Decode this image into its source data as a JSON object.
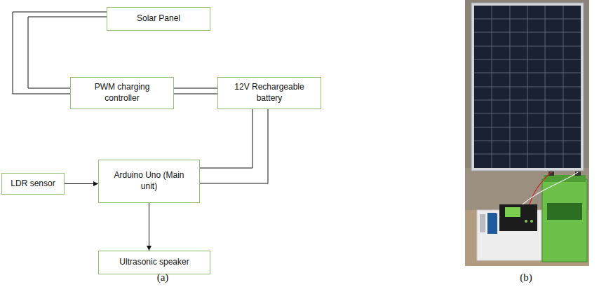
{
  "diagram": {
    "nodes": [
      {
        "text": [
          "Solar Panel"
        ]
      },
      {
        "text": [
          "PWM charging controller"
        ]
      },
      {
        "text": [
          "12V Rechargeable battery"
        ]
      },
      {
        "text": [
          "LDR sensor"
        ]
      },
      {
        "text": [
          "Arduino Uno (Main unit)"
        ]
      },
      {
        "text": [
          "Ultrasonic speaker"
        ]
      }
    ],
    "edges": [
      {
        "from": 0,
        "to": 1,
        "arrow": "none"
      },
      {
        "from": 1,
        "to": 2,
        "arrow": "none"
      },
      {
        "from": 2,
        "to": 4,
        "arrow": "none"
      },
      {
        "from": 3,
        "to": 4,
        "arrow": "to"
      },
      {
        "from": 4,
        "to": 5,
        "arrow": "to"
      }
    ],
    "labels": [
      "(a)",
      "(b)"
    ]
  }
}
